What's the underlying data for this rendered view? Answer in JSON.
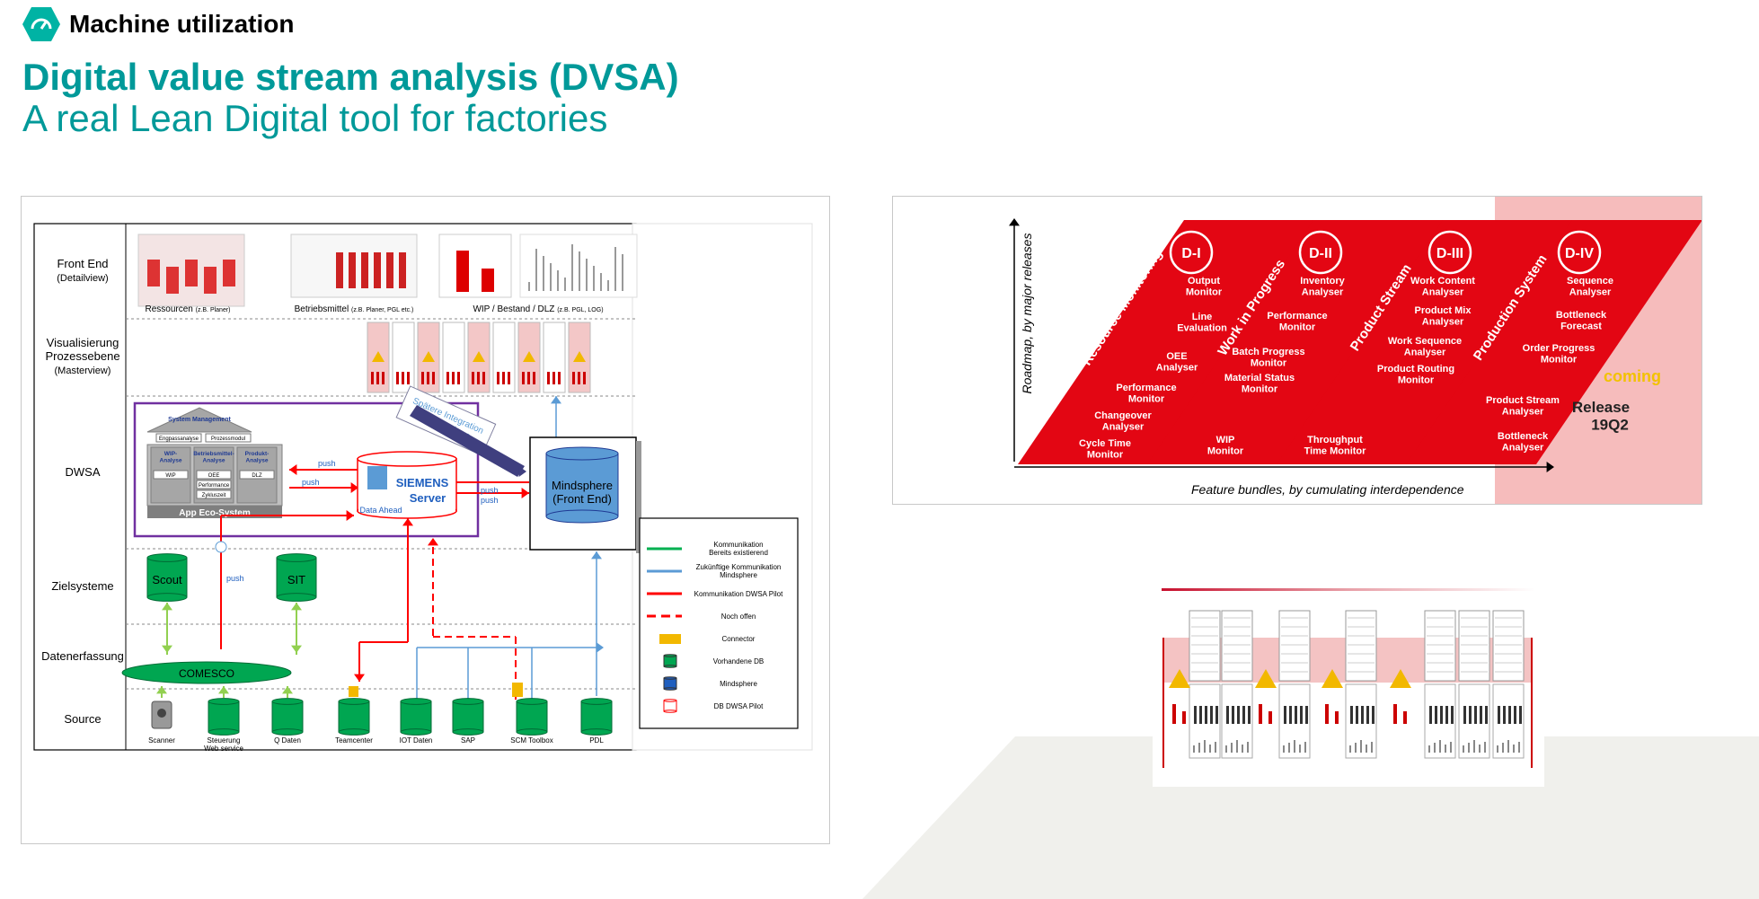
{
  "header": {
    "icon": "speedometer-icon",
    "section_title": "Machine utilization"
  },
  "title": "Digital value stream analysis (DVSA)",
  "subtitle": "A real Lean Digital tool for factories",
  "colors": {
    "accent": "#009999",
    "roadmap_red": "#e30613",
    "pink": "#f4b6b6"
  },
  "architecture": {
    "rows": [
      {
        "label": "Front End",
        "sublabel": "(Detailview)"
      },
      {
        "label": "Visualisierung\nProzessebene",
        "sublabel": "(Masterview)"
      },
      {
        "label": "DWSA",
        "sublabel": ""
      },
      {
        "label": "Zielsysteme",
        "sublabel": ""
      },
      {
        "label": "Datenerfassung",
        "sublabel": ""
      },
      {
        "label": "Source",
        "sublabel": ""
      }
    ],
    "frontend_captions": [
      {
        "main": "Ressourcen",
        "small": "(z.B. Planer)"
      },
      {
        "main": "Betriebsmittel",
        "small": "(z.B. Planer, PGL etc.)"
      },
      {
        "main": "WIP / Bestand / DLZ",
        "small": "(z.B. PGL, LOG)"
      }
    ],
    "eco_system": {
      "title": "System Management",
      "tabs": [
        "Engpassanalyse",
        "Prozessmodul"
      ],
      "columns": [
        {
          "title": "WIP-Analyse",
          "items": [
            "WIP"
          ]
        },
        {
          "title": "Betriebsmittel-Analyse",
          "items": [
            "OEE",
            "Performance",
            "Zykluszeit"
          ]
        },
        {
          "title": "Produkt-Analyse",
          "items": [
            "DLZ"
          ]
        }
      ],
      "footer": "App Eco-System"
    },
    "push_labels": [
      "push",
      "push",
      "push",
      "push",
      "push"
    ],
    "server": {
      "brand": "SIEMENS",
      "name": "Server",
      "caption": "Data Ahead"
    },
    "mindsphere": "Mindsphere\n(Front End)",
    "future_note": "Spätere Integration\nin Mindsphere",
    "targets": [
      "Scout",
      "SIT"
    ],
    "collector": "COMESCO",
    "sources": [
      "Scanner",
      "Steuerung\nWeb service",
      "Q Daten",
      "Teamcenter",
      "IOT Daten",
      "SAP",
      "SCM Toolbox",
      "PDL"
    ],
    "legend": [
      {
        "label": "Kommunikation\nBereits existierend",
        "kind": "line",
        "color": "#00b050"
      },
      {
        "label": "Zukünftige Kommunikation\nMindsphere",
        "kind": "line",
        "color": "#5b9bd5"
      },
      {
        "label": "Kommunikation DWSA Pilot",
        "kind": "line",
        "color": "#ff0000"
      },
      {
        "label": "Noch offen",
        "kind": "dash",
        "color": "#ff0000"
      },
      {
        "label": "Connector",
        "kind": "rect",
        "color": "#f2b800"
      },
      {
        "label": "Vorhandene DB",
        "kind": "db",
        "color": "#00a651"
      },
      {
        "label": "Mindsphere",
        "kind": "db",
        "color": "#1f5fbf"
      },
      {
        "label": "DB DWSA Pilot",
        "kind": "db-outline",
        "color": "#ff0000"
      }
    ]
  },
  "roadmap": {
    "y_axis": "Roadmap, by major releases",
    "x_axis": "Feature bundles, by cumulating interdependence",
    "bands": [
      {
        "badge": "D-I",
        "title": "Resource Monitoring",
        "features": [
          "Output\nMonitor",
          "Line\nEvaluation",
          "OEE\nAnalyser",
          "Performance\nMonitor",
          "Changeover\nAnalyser",
          "Cycle Time\nMonitor"
        ]
      },
      {
        "badge": "D-II",
        "title": "Work in Progress",
        "features": [
          "Inventory\nAnalyser",
          "Performance\nMonitor",
          "Batch Progress\nMonitor",
          "Material Status\nMonitor",
          "WIP\nMonitor"
        ]
      },
      {
        "badge": "D-III",
        "title": "Product Stream",
        "features": [
          "Work Content\nAnalyser",
          "Product Mix\nAnalyser",
          "Work Sequence\nAnalyser",
          "Product Routing\nMonitor",
          "Throughput\nTime Monitor"
        ]
      },
      {
        "badge": "D-IV",
        "title": "Production System",
        "features": [
          "Sequence\nAnalyser",
          "Bottleneck\nForecast",
          "Order Progress\nMonitor",
          "Product Stream\nAnalyser",
          "Bottleneck\nAnalyser"
        ]
      }
    ],
    "coming": "coming",
    "release": "Release\n19Q2"
  }
}
